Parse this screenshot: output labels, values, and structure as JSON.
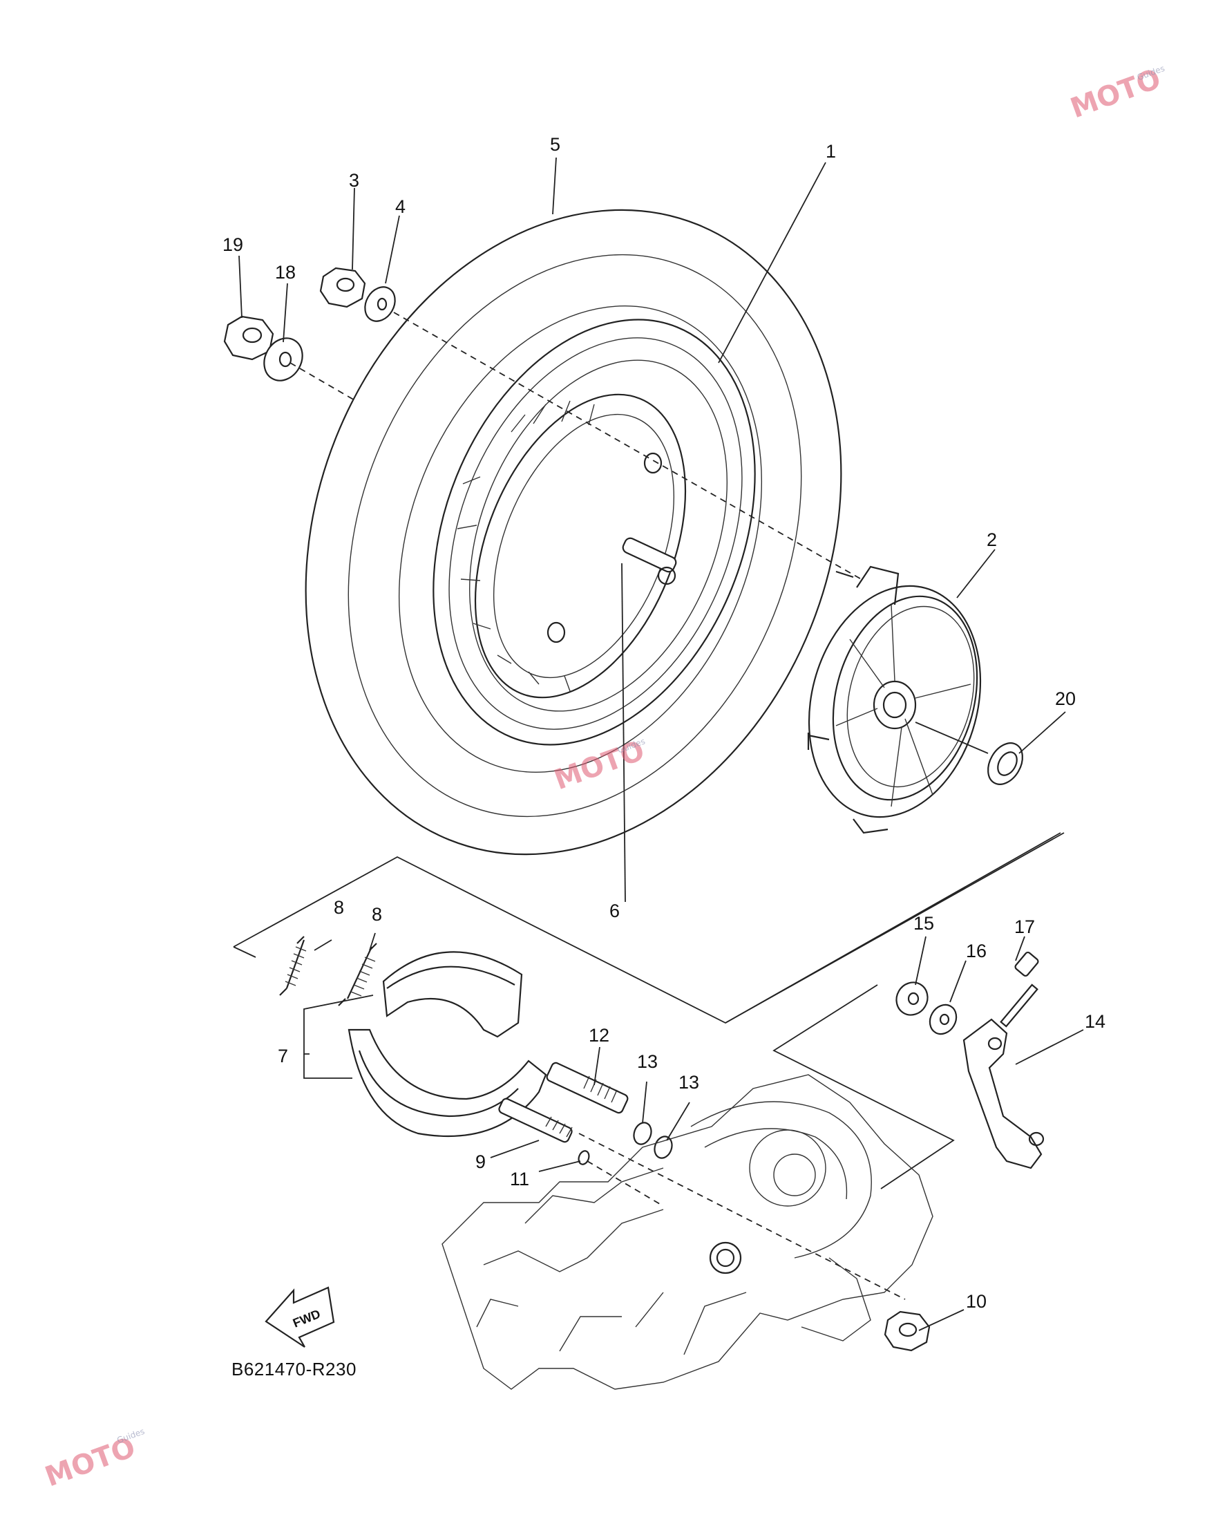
{
  "parts": [
    {
      "id": "1",
      "label": "1"
    },
    {
      "id": "2",
      "label": "2"
    },
    {
      "id": "3",
      "label": "3"
    },
    {
      "id": "4",
      "label": "4"
    },
    {
      "id": "5",
      "label": "5"
    },
    {
      "id": "6",
      "label": "6"
    },
    {
      "id": "7",
      "label": "7"
    },
    {
      "id": "8a",
      "label": "8"
    },
    {
      "id": "8b",
      "label": "8"
    },
    {
      "id": "9",
      "label": "9"
    },
    {
      "id": "10",
      "label": "10"
    },
    {
      "id": "11",
      "label": "11"
    },
    {
      "id": "12",
      "label": "12"
    },
    {
      "id": "13a",
      "label": "13"
    },
    {
      "id": "13b",
      "label": "13"
    },
    {
      "id": "14",
      "label": "14"
    },
    {
      "id": "15",
      "label": "15"
    },
    {
      "id": "16",
      "label": "16"
    },
    {
      "id": "17",
      "label": "17"
    },
    {
      "id": "18",
      "label": "18"
    },
    {
      "id": "19",
      "label": "19"
    },
    {
      "id": "20",
      "label": "20"
    }
  ],
  "diagram_code": "B621470-R230",
  "fwd_label": "FWD",
  "watermark": {
    "text": "MOTO",
    "subtext": "Guides",
    "colors": {
      "main": "#e05a72",
      "sub": "#8a8fb0"
    }
  }
}
